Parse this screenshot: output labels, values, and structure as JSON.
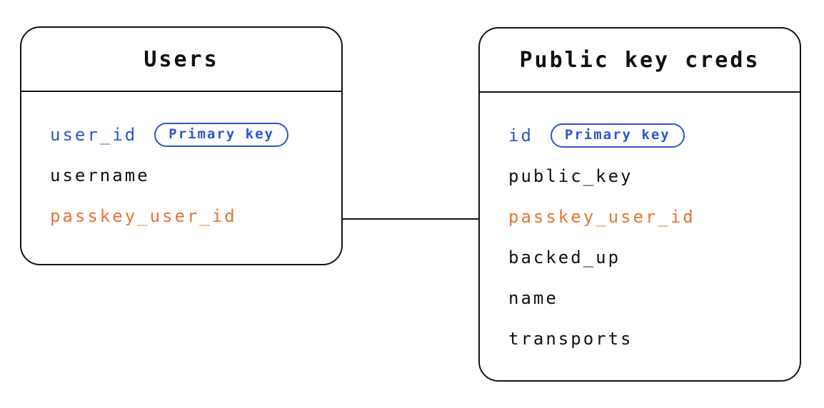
{
  "diagram_type": "entity-relationship",
  "colors": {
    "blue": "#2b57cf",
    "orange": "#e97433",
    "line": "#141414",
    "bg": "#ffffff",
    "text": "#111111"
  },
  "badge_label": "Primary key",
  "tables": [
    {
      "title": "Users",
      "fields": [
        {
          "name": "user_id",
          "color": "blue",
          "badge": "Primary key"
        },
        {
          "name": "username",
          "color": "black"
        },
        {
          "name": "passkey_user_id",
          "color": "orange"
        }
      ]
    },
    {
      "title": "Public key creds",
      "fields": [
        {
          "name": "id",
          "color": "blue",
          "badge": "Primary key"
        },
        {
          "name": "public_key",
          "color": "black"
        },
        {
          "name": "passkey_user_id",
          "color": "orange"
        },
        {
          "name": "backed_up",
          "color": "black"
        },
        {
          "name": "name",
          "color": "black"
        },
        {
          "name": "transports",
          "color": "black"
        }
      ]
    }
  ],
  "relationship": {
    "from_table": "Users",
    "from_field": "passkey_user_id",
    "to_table": "Public key creds",
    "to_field": "passkey_user_id"
  }
}
